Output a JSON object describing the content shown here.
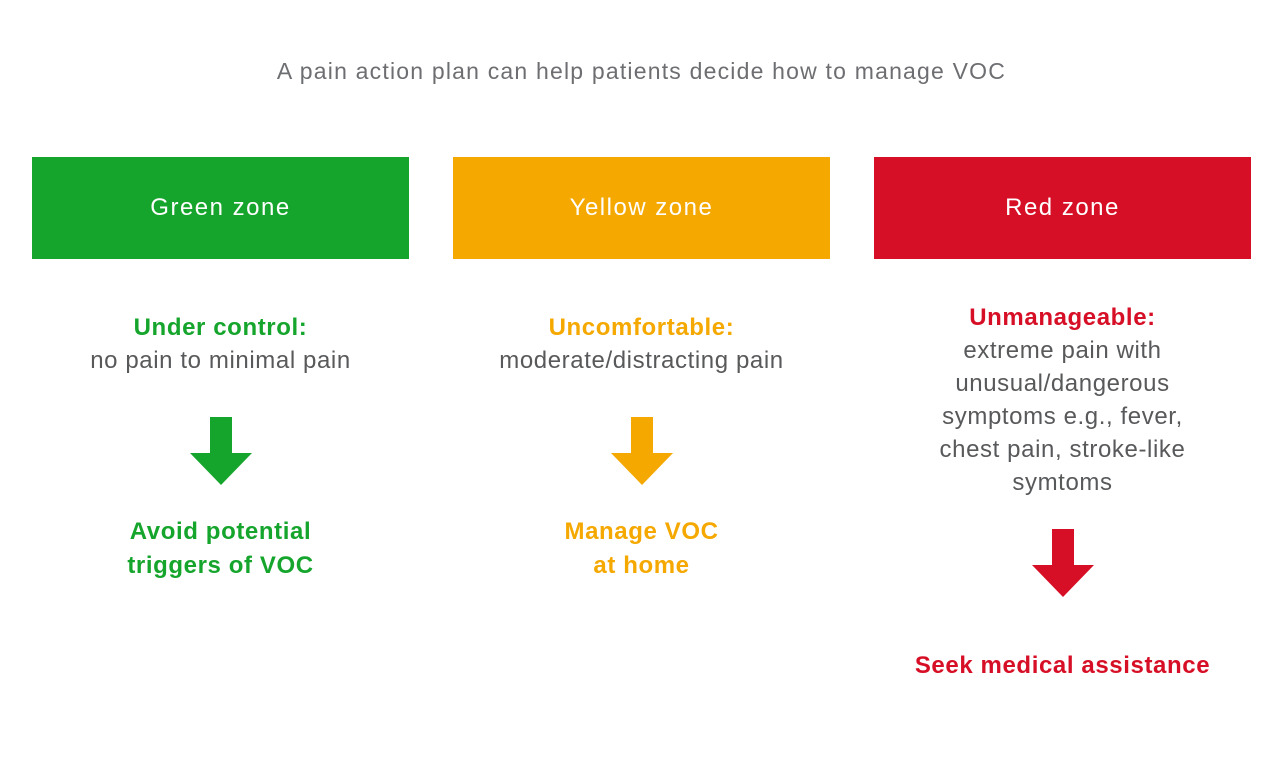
{
  "title": "A pain action plan can help patients decide how to manage VOC",
  "colors": {
    "green": "#16A52C",
    "yellow": "#F5A800",
    "red": "#D70F26",
    "title_gray": "#6D6E71",
    "body_gray": "#58595B",
    "background": "#FFFFFF"
  },
  "zones": [
    {
      "id": "green",
      "header_label": "Green zone",
      "color": "#16A52C",
      "status_label": "Under control:",
      "status_detail_lines": [
        "no pain to minimal pain"
      ],
      "arrow_icon": "down-arrow-icon",
      "action_lines": [
        "Avoid potential",
        "triggers of VOC"
      ]
    },
    {
      "id": "yellow",
      "header_label": "Yellow zone",
      "color": "#F5A800",
      "status_label": "Uncomfortable:",
      "status_detail_lines": [
        "moderate/distracting pain"
      ],
      "arrow_icon": "down-arrow-icon",
      "action_lines": [
        "Manage VOC",
        "at home"
      ]
    },
    {
      "id": "red",
      "header_label": "Red zone",
      "color": "#D70F26",
      "status_label": "Unmanageable:",
      "status_detail_lines": [
        "extreme pain with",
        "unusual/dangerous",
        "symptoms e.g., fever,",
        "chest pain, stroke-like",
        "symtoms"
      ],
      "arrow_icon": "down-arrow-icon",
      "action_lines": [
        "Seek medical assistance"
      ]
    }
  ]
}
